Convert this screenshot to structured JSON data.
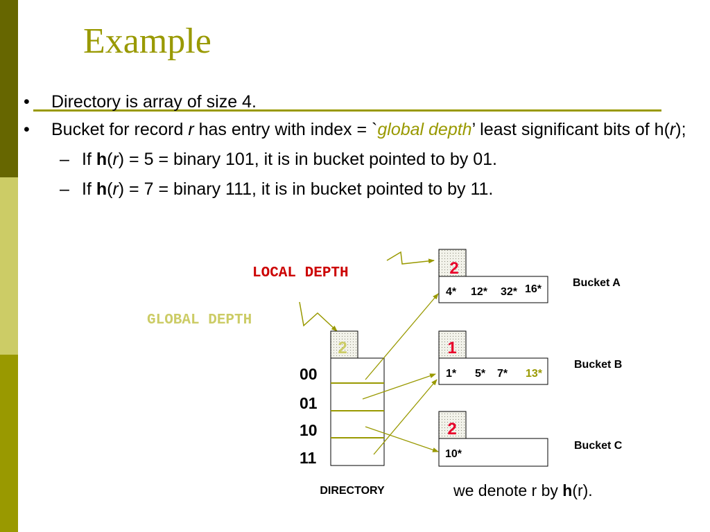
{
  "colors": {
    "accent": "#999900",
    "accent_light": "#CCCC66",
    "sidebar_dark": "#666600",
    "sidebar_mid": "#CCCC66",
    "sidebar_light": "#999900",
    "depth_red": "#E8002A",
    "code_red": "#CC0000"
  },
  "slide": {
    "title": "Example",
    "bullets": [
      {
        "prefix": "Directory is array of size 4."
      },
      {
        "prefix": "Bucket for record ",
        "var": "r",
        "middle": " has entry with index = `",
        "emph": "global depth",
        "suffix": "’ least significant bits of h(",
        "var2": "r",
        "end": ");"
      }
    ],
    "sub_bullets": [
      {
        "pre": "If ",
        "func": "h",
        "open": "(",
        "var": "r",
        "rest": ") = 5 = binary 101,  it is in bucket pointed to by 01."
      },
      {
        "pre": "If ",
        "func": "h",
        "open": "(",
        "var": "r",
        "rest": ") = 7 = binary 111,  it is in bucket pointed to by 11."
      }
    ]
  },
  "diagram": {
    "local_depth_label": "LOCAL DEPTH",
    "global_depth_label": "GLOBAL DEPTH",
    "global_depth_value": "2",
    "directory_label": "DIRECTORY",
    "directory_entries": [
      "00",
      "01",
      "10",
      "11"
    ],
    "buckets": [
      {
        "name": "Bucket A",
        "local_depth": "2",
        "entries": [
          "4*",
          "12*",
          "32*",
          "16*"
        ]
      },
      {
        "name": "Bucket B",
        "local_depth": "1",
        "entries": [
          "1*",
          "5*",
          "7*",
          "13*"
        ]
      },
      {
        "name": "Bucket C",
        "local_depth": "2",
        "entries": [
          "10*"
        ]
      }
    ],
    "note": {
      "pre": "we denote r by ",
      "func": "h",
      "post": "(r)."
    }
  }
}
